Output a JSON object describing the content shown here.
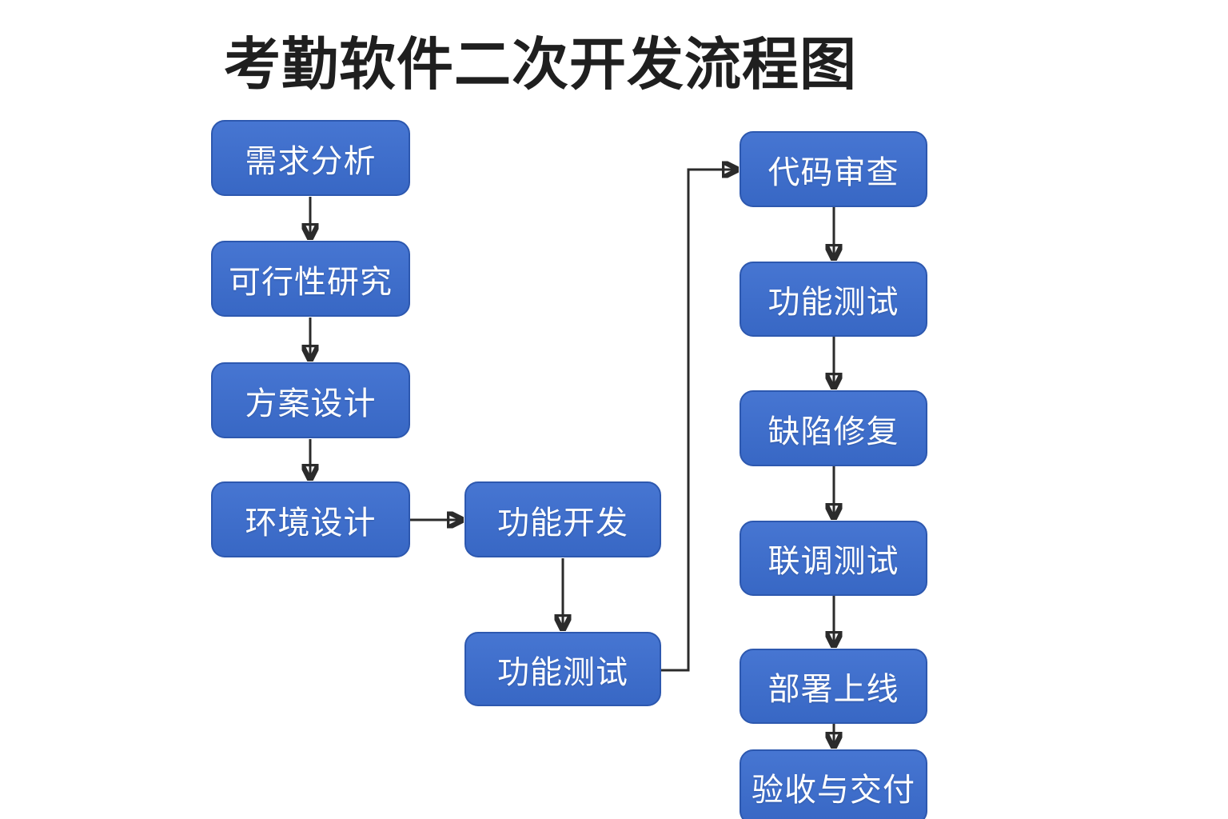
{
  "title": "考勤软件二次开发流程图",
  "colors": {
    "background": "#ffffff",
    "title_color": "#1f1f1f",
    "node_fill": "#3b6dcf",
    "node_border": "#2d58af",
    "node_text": "#ffffff",
    "arrow": "#2b2b2b"
  },
  "nodes": [
    {
      "id": "requirements-analysis",
      "label": "需求分析"
    },
    {
      "id": "feasibility-study",
      "label": "可行性研究"
    },
    {
      "id": "solution-design",
      "label": "方案设计"
    },
    {
      "id": "environment-design",
      "label": "环境设计"
    },
    {
      "id": "feature-development",
      "label": "功能开发"
    },
    {
      "id": "feature-testing-dev",
      "label": "功能测试"
    },
    {
      "id": "code-review",
      "label": "代码审查"
    },
    {
      "id": "feature-testing-qa",
      "label": "功能测试"
    },
    {
      "id": "defect-fixing",
      "label": "缺陷修复"
    },
    {
      "id": "integration-testing",
      "label": "联调测试"
    },
    {
      "id": "deployment-launch",
      "label": "部署上线"
    },
    {
      "id": "acceptance-delivery",
      "label": "验收与交付"
    }
  ],
  "edges": [
    {
      "from": "requirements-analysis",
      "to": "feasibility-study"
    },
    {
      "from": "feasibility-study",
      "to": "solution-design"
    },
    {
      "from": "solution-design",
      "to": "environment-design"
    },
    {
      "from": "environment-design",
      "to": "feature-development"
    },
    {
      "from": "feature-development",
      "to": "feature-testing-dev"
    },
    {
      "from": "feature-testing-dev",
      "to": "code-review"
    },
    {
      "from": "code-review",
      "to": "feature-testing-qa"
    },
    {
      "from": "feature-testing-qa",
      "to": "defect-fixing"
    },
    {
      "from": "defect-fixing",
      "to": "integration-testing"
    },
    {
      "from": "integration-testing",
      "to": "deployment-launch"
    },
    {
      "from": "deployment-launch",
      "to": "acceptance-delivery"
    }
  ]
}
